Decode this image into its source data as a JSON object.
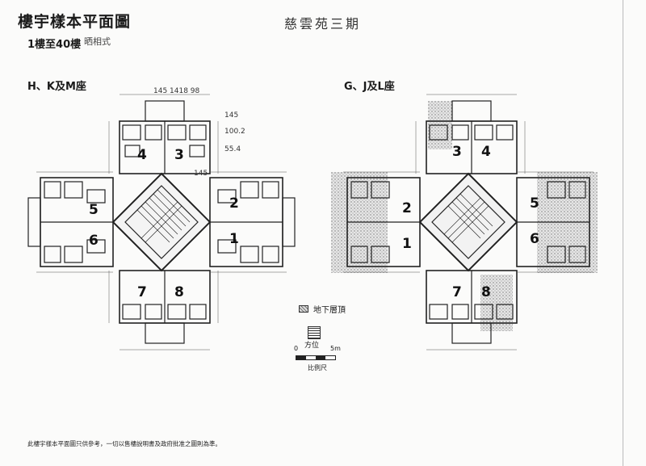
{
  "document": {
    "title": "樓宇樣本平面圖",
    "subtitle": "1樓至40樓",
    "handwritten_note": "晒相式",
    "handwritten_estate": "慈雲苑三期"
  },
  "blocks": [
    {
      "title": "H、K及M座",
      "flats": [
        "1",
        "2",
        "3",
        "4",
        "5",
        "6",
        "7",
        "8"
      ],
      "annotations": [
        "145 1418 98",
        "145",
        "100.2",
        "55.4",
        "145"
      ]
    },
    {
      "title": "G、J及L座",
      "flats": [
        "1",
        "2",
        "3",
        "4",
        "5",
        "6",
        "7",
        "8"
      ]
    }
  ],
  "legend": {
    "shaded_label": "地下層頂",
    "compass_label": "方位",
    "scale_zero": "0",
    "scale_max": "5m",
    "scale_label": "比例尺"
  },
  "disclaimer": "此樓宇樣本平面圖只供參考，一切以售樓說明書及政府批准之圖則為準。"
}
